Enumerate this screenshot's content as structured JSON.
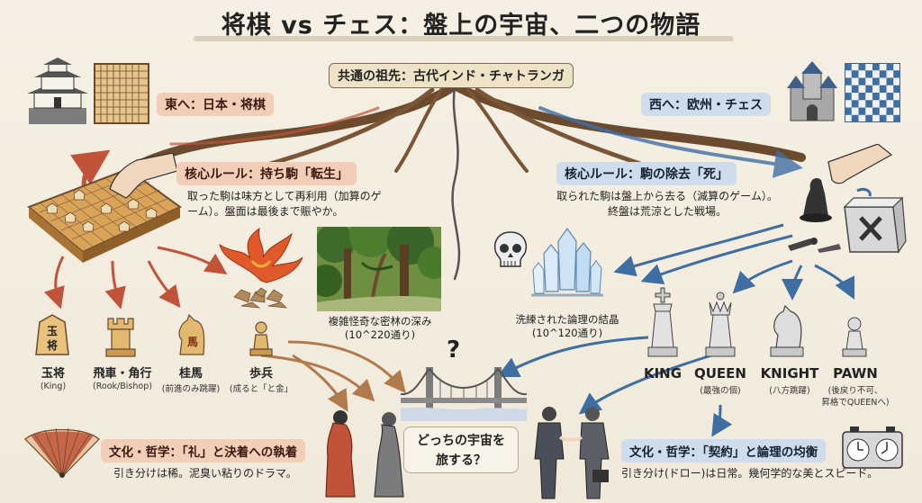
{
  "title": "将棋 vs チェス：盤上の宇宙、二つの物語",
  "ancestor": "共通の祖先：古代インド・チャトランガ",
  "shogi": {
    "direction": "東へ：日本・将棋",
    "rule_title": "核心ルール：持ち駒「転生」",
    "rule_desc_1": "取った駒は味方として再利用（加算のゲ",
    "rule_desc_2": "ーム）。盤面は最後まで賑やか。",
    "forest_label": "複雑怪奇な密林の深み",
    "forest_count": "(10^220通り)",
    "pieces": [
      {
        "name": "玉将",
        "sub": "(King)",
        "glyph": "玉将"
      },
      {
        "name": "飛車・角行",
        "sub": "(Rook/Bishop)",
        "glyph": ""
      },
      {
        "name": "桂馬",
        "sub": "(前進のみ跳躍)",
        "glyph": "馬"
      },
      {
        "name": "歩兵",
        "sub": "(成ると「と金」",
        "glyph": ""
      }
    ],
    "culture_title": "文化・哲学：「礼」と決着への執着",
    "culture_desc": "引き分けは稀。泥臭い粘りのドラマ。"
  },
  "chess": {
    "direction": "西へ：欧州・チェス",
    "rule_title": "核心ルール：駒の除去「死」",
    "rule_desc_1": "取られた駒は盤上から去る（減算のゲーム）。",
    "rule_desc_2": "終盤は荒涼とした戦場。",
    "crystal_label": "洗練された論理の結晶",
    "crystal_count": "(10^120通り)",
    "pieces": [
      {
        "name": "KING",
        "sub": ""
      },
      {
        "name": "QUEEN",
        "sub": "(最強の個)"
      },
      {
        "name": "KNIGHT",
        "sub": "(八方跳躍)"
      },
      {
        "name": "PAWN",
        "sub": "(後戻り不可、"
      },
      {
        "name": "",
        "sub": "昇格でQUEENへ)"
      }
    ],
    "culture_title": "文化・哲学：「契約」と論理の均衡",
    "culture_desc": "引き分け(ドロー)は日常。幾何学的な美とスピード。"
  },
  "center": {
    "question": "?",
    "journey_1": "どっちの宇宙を",
    "journey_2": "旅する？"
  },
  "colors": {
    "shogi_accent": "#c0533a",
    "chess_accent": "#3f6ea3",
    "background": "#f3ede1"
  },
  "icons": {
    "castle_jp": "japanese-castle-icon",
    "castle_eu": "european-castle-icon",
    "skull": "skull-icon",
    "phoenix": "phoenix-icon",
    "crystal": "crystal-icon",
    "forest": "forest-icon",
    "bridge": "bridge-icon",
    "fan": "fan-icon",
    "clock": "chess-clock-icon"
  }
}
